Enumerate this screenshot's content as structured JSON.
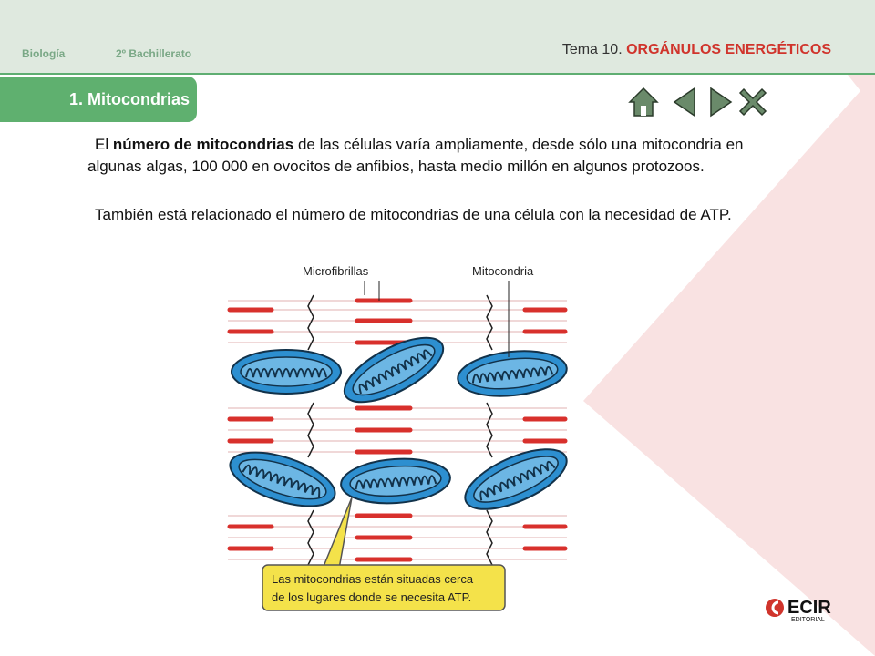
{
  "header": {
    "subject": "Biología",
    "course": "2º Bachillerato",
    "topic_prefix": "Tema 10.",
    "topic_title": "ORGÁNULOS ENERGÉTICOS"
  },
  "section": {
    "title": "1. Mitocondrias"
  },
  "nav": {
    "home": "home-icon",
    "prev": "previous-arrow-icon",
    "next": "next-arrow-icon",
    "close": "close-x-icon"
  },
  "content": {
    "p1_start": "El ",
    "p1_bold": "número de mitocondrias",
    "p1_rest": " de las células varía ampliamente, desde sólo una mitocondria en algunas algas, 100 000 en ovocitos de anfibios, hasta medio millón en algunos protozoos.",
    "p2": "También está relacionado el número de mitocondrias de una célula con la necesidad de ATP."
  },
  "figure": {
    "label_microfibrillas": "Microfibrillas",
    "label_mitocondria": "Mitocondria",
    "callout_line1": "Las mitocondrias están situadas cerca",
    "callout_line2": "de los lugares donde se necesita ATP."
  },
  "logo": {
    "name": "ECIR",
    "sub": "EDITORIAL"
  },
  "colors": {
    "accent_green": "#5fb06f",
    "title_red": "#d0342c",
    "mito_blue": "#2d8fd0",
    "fibril_red": "#d8302c",
    "callout_yellow": "#f4e24a"
  }
}
